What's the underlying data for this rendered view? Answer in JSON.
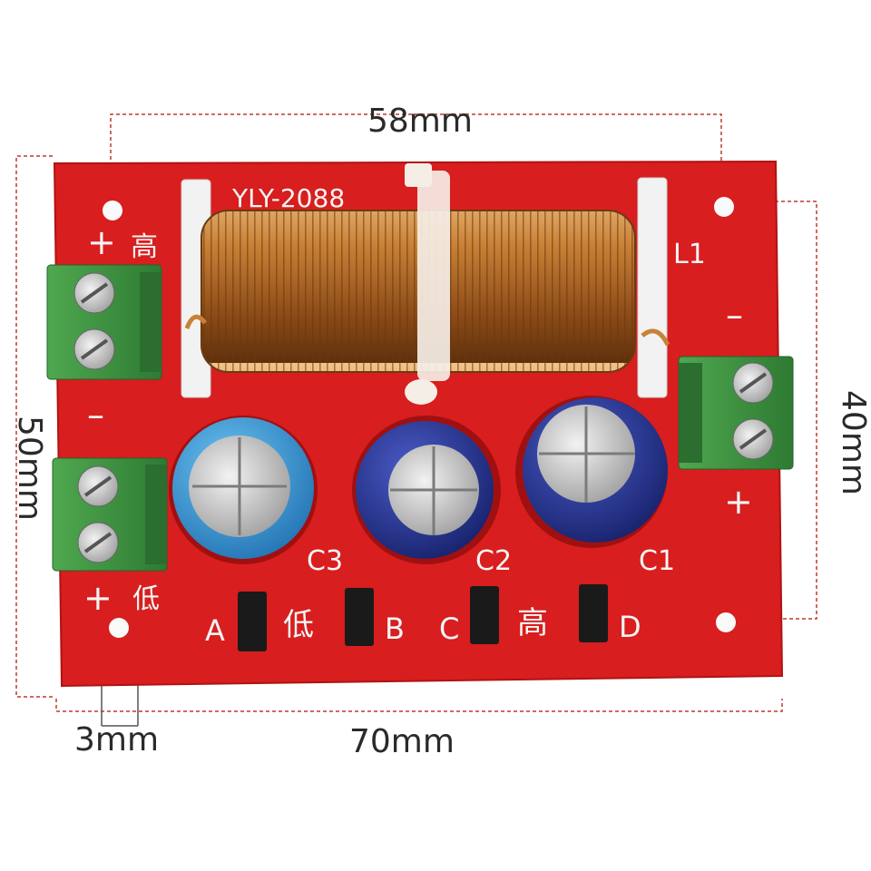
{
  "dimensions": {
    "top": "58mm",
    "bottom": "70mm",
    "left": "50mm",
    "right": "40mm",
    "hole": "3mm"
  },
  "board": {
    "model": "YLY-2088",
    "inductor": "L1",
    "capacitors": [
      "C3",
      "C2",
      "C1"
    ],
    "jumpers": [
      "A",
      "B",
      "C",
      "D"
    ],
    "high_char": "高",
    "low_char": "低",
    "plus": "+",
    "minus": "–",
    "colors": {
      "board": "#d81e1e",
      "terminal": "#3d8f3d",
      "copper": "#b8702a",
      "cap_blue": "#2f8fd6",
      "cap_navy": "#1f2e8a"
    }
  }
}
